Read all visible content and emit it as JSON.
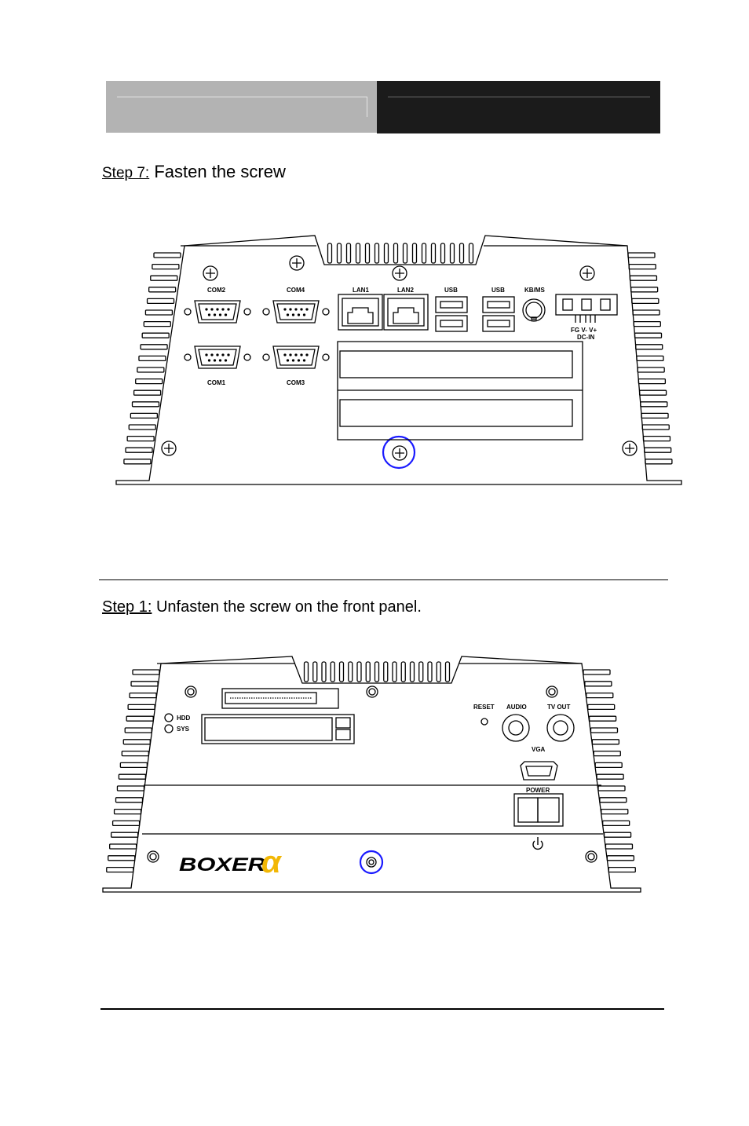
{
  "step7": {
    "label": "Step 7:",
    "text": " Fasten the screw"
  },
  "step1": {
    "label": "Step 1:",
    "text": " Unfasten the screw on the front panel."
  },
  "rear_panel": {
    "ports": {
      "com2": "COM2",
      "com4": "COM4",
      "com1": "COM1",
      "com3": "COM3",
      "lan1": "LAN1",
      "lan2": "LAN2",
      "usb_a": "USB",
      "usb_b": "USB",
      "kbms": "KB/MS",
      "fg_v": "FG  V-  V+",
      "dcin": "DC-IN"
    },
    "highlight_color": "#1a1aff"
  },
  "front_panel": {
    "labels": {
      "hdd": "HDD",
      "sys": "SYS",
      "reset": "RESET",
      "audio": "AUDIO",
      "tvout": "TV  OUT",
      "vga": "VGA",
      "power": "POWER"
    },
    "logo": "BOXER",
    "logo_accent_color": "#f2b705",
    "highlight_color": "#1a1aff"
  }
}
